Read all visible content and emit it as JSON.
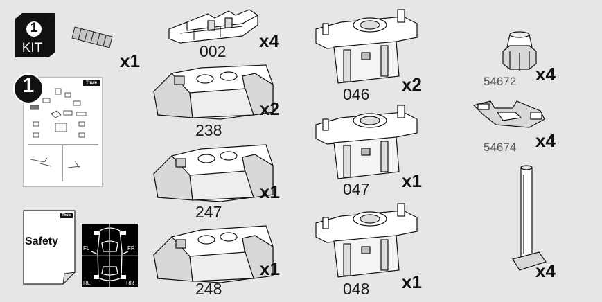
{
  "kit": {
    "number": "1",
    "label": "KIT"
  },
  "manual": {
    "step_number": "1",
    "brand": "Thule",
    "cover_title": "Safety"
  },
  "car_positions": {
    "fl": "FL",
    "fr": "FR",
    "rl": "RL",
    "rr": "RR"
  },
  "parts": [
    {
      "code": "",
      "qty": "x1"
    },
    {
      "code": "002",
      "qty": "x4"
    },
    {
      "code": "238",
      "qty": "x2"
    },
    {
      "code": "247",
      "qty": "x1"
    },
    {
      "code": "248",
      "qty": "x1"
    },
    {
      "code": "046",
      "qty": "x2"
    },
    {
      "code": "047",
      "qty": "x1"
    },
    {
      "code": "048",
      "qty": "x1"
    },
    {
      "code": "54672",
      "qty": "x4"
    },
    {
      "code": "54674",
      "qty": "x4"
    },
    {
      "code": "",
      "qty": "x4"
    }
  ]
}
